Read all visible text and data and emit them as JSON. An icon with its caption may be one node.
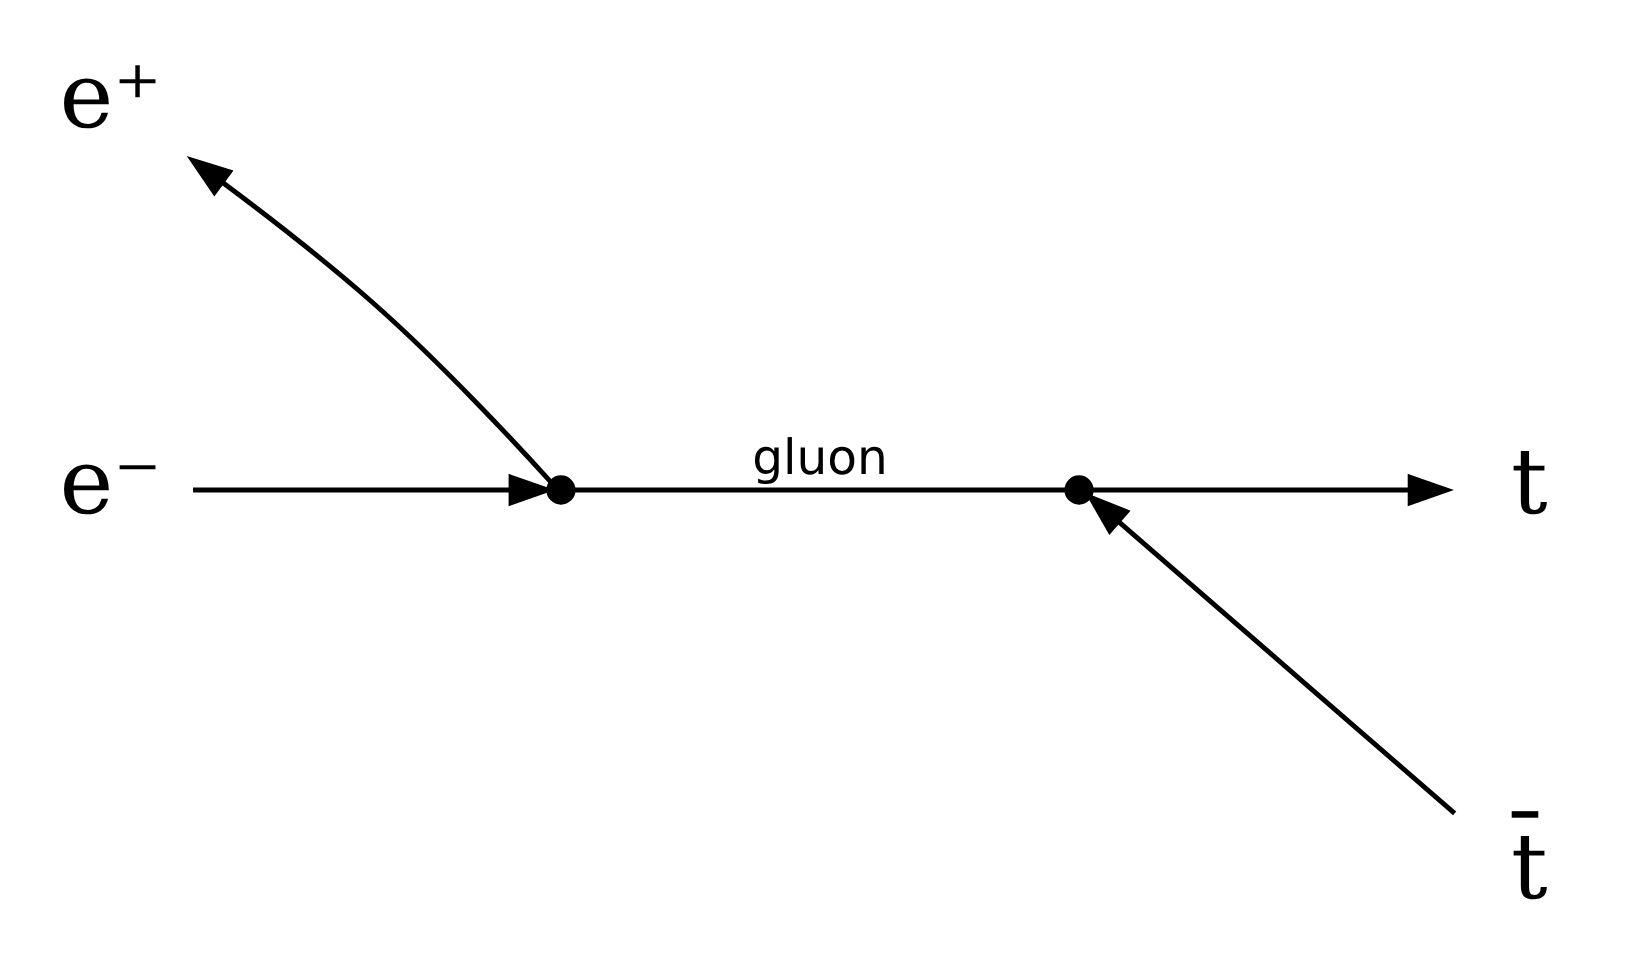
{
  "diagram": {
    "nodes": [
      {
        "text": [
          "e⁺"
        ]
      },
      {
        "text": [
          "e⁻"
        ]
      },
      {
        "text": [],
        "shape": "circle"
      },
      {
        "text": [],
        "shape": "circle"
      },
      {
        "text": [
          "t̄"
        ]
      },
      {
        "text": [
          "t"
        ]
      }
    ],
    "edges": [
      {
        "from": 2,
        "to": 0,
        "arrow": "to"
      },
      {
        "from": 1,
        "to": 2,
        "arrow": "to"
      },
      {
        "from": 2,
        "to": 3,
        "arrow": "none",
        "label": "gluon"
      },
      {
        "from": 4,
        "to": 3,
        "arrow": "to"
      },
      {
        "from": 3,
        "to": 5,
        "arrow": "to"
      }
    ]
  }
}
